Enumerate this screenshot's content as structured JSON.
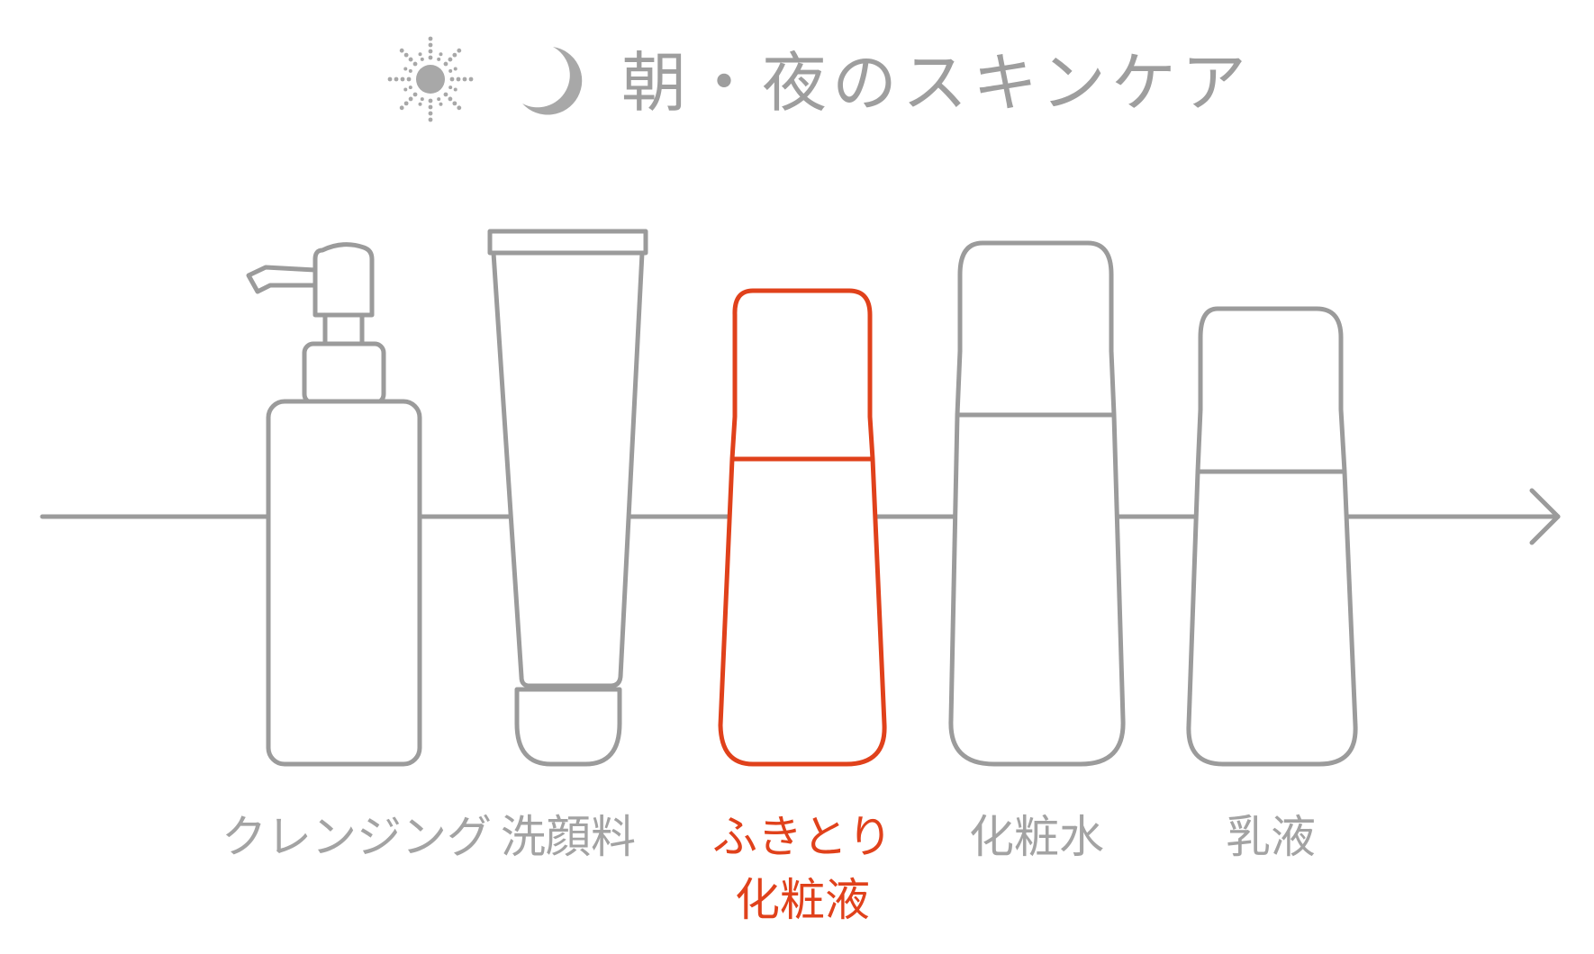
{
  "title": {
    "text": "朝・夜のスキンケア",
    "icons": [
      "sun-icon",
      "moon-icon"
    ]
  },
  "colors": {
    "stroke": "#9b9b9b",
    "highlight": "#e0411b",
    "text": "#9e9e9e"
  },
  "steps": [
    {
      "icon": "pump-bottle-icon",
      "lines": [
        "クレンジング"
      ]
    },
    {
      "icon": "tube-icon",
      "lines": [
        "洗顔料"
      ]
    },
    {
      "icon": "bottle-icon",
      "lines": [
        "ふきとり",
        "化粧液"
      ],
      "highlight": true
    },
    {
      "icon": "bottle-icon",
      "lines": [
        "化粧水"
      ]
    },
    {
      "icon": "bottle-icon",
      "lines": [
        "乳液"
      ]
    }
  ]
}
